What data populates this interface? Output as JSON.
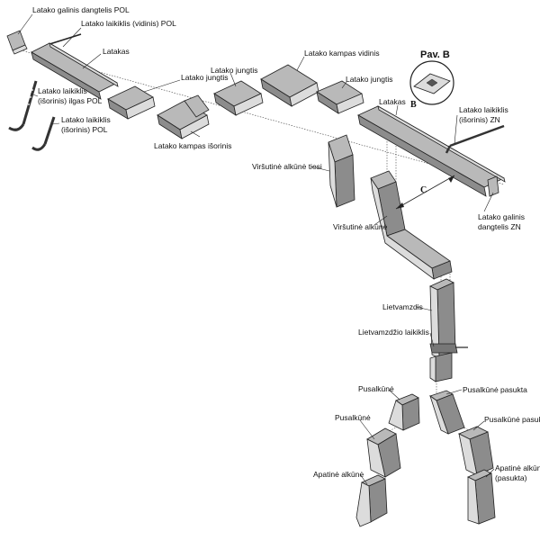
{
  "labels": {
    "end_cap_pol": "Latako galinis dangtelis POL",
    "hanger_inner_pol": "Latako laikiklis (vidinis) POL",
    "gutter_1": "Latakas",
    "joint_1": "Latako jungtis",
    "joint_2": "Latako jungtis",
    "inner_corner": "Latako kampas vidinis",
    "joint_3": "Latako jungtis",
    "hanger_outer_long_pol_1": "Latako laikiklis",
    "hanger_outer_long_pol_2": "(išorinis) ilgas POL",
    "hanger_outer_pol_1": "Latako laikiklis",
    "hanger_outer_pol_2": "(išorinis) POL",
    "outer_corner": "Latako kampas išorinis",
    "detail_title": "Pav.  B",
    "gutter_2": "Latakas",
    "letter_b": "B",
    "hanger_outer_zn_1": "Latako laikiklis",
    "hanger_outer_zn_2": "(išorinis) ZN",
    "upper_elbow_straight": "Viršutinė alkūnė tiesi",
    "letter_c": "C",
    "end_cap_zn_1": "Latako galinis",
    "end_cap_zn_2": "dangtelis ZN",
    "upper_elbow": "Viršutinė alkūnė",
    "downpipe": "Lietvamzdis",
    "downpipe_bracket": "Lietvamzdžio laikiklis",
    "half_elbow_1": "Pusalkūnė",
    "half_elbow_turn_1": "Pusalkūnė pasukta",
    "half_elbow_2": "Pusalkūnė",
    "half_elbow_turn_2": "Pusalkūnė pasukta",
    "lower_elbow": "Apatinė alkūnė",
    "lower_elbow_turned_1": "Apatinė alkūnė",
    "lower_elbow_turned_2": "(pasukta)"
  }
}
